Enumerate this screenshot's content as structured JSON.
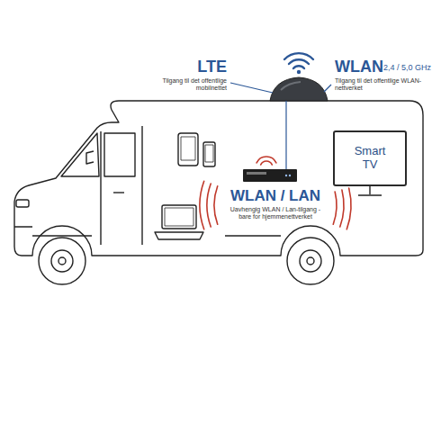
{
  "diagram": {
    "nodes": [
      {
        "text": [
          "Smart TV"
        ]
      }
    ],
    "labels": [
      "LTE",
      "Tilgang til det offentlige mobilnettet",
      "WLAN",
      "2,4 / 5,0 GHz",
      "Tilgang til det offentlige WLAN-nettverket",
      "WLAN / LAN",
      "Uavhengig WLAN / Lan-tilgang - bare for hjemmenettverket"
    ]
  }
}
